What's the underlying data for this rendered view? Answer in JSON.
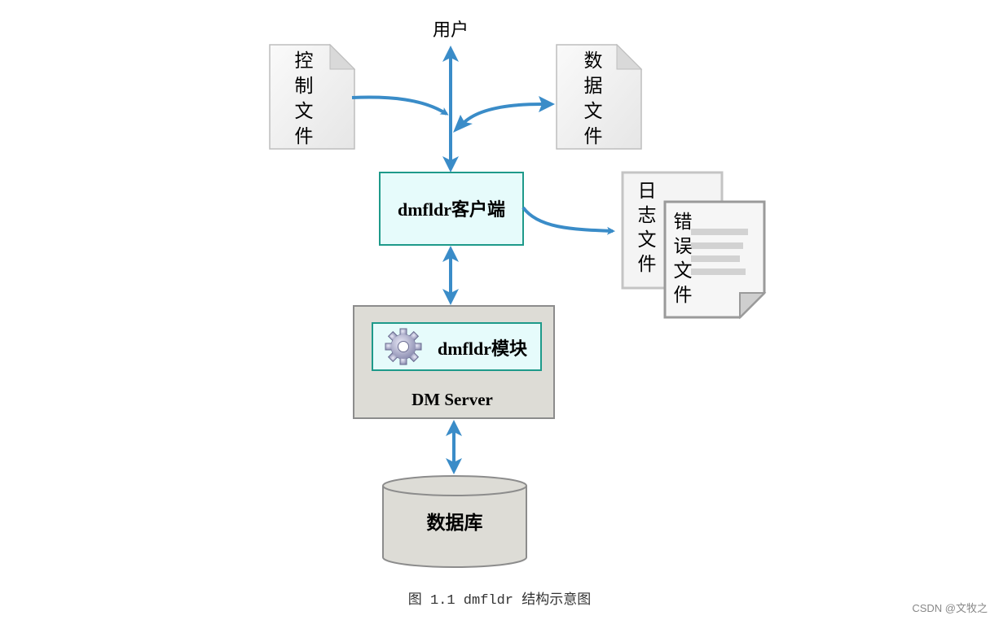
{
  "diagram": {
    "user_label": "用户",
    "control_file": [
      "控",
      "制",
      "文",
      "件"
    ],
    "data_file": [
      "数",
      "据",
      "文",
      "件"
    ],
    "client_box": "dmfldr客户端",
    "log_file": [
      "日",
      "志",
      "文",
      "件"
    ],
    "error_file": [
      "错",
      "误",
      "文",
      "件"
    ],
    "module_box": "dmfldr模块",
    "server_label": "DM Server",
    "database_label": "数据库",
    "colors": {
      "arrow": "#3a8cc8",
      "client_fill": "#e6fbfb",
      "client_border": "#1e9a8a",
      "server_fill": "#dddcd6",
      "server_border": "#8c8c8c",
      "doc_fill": "#f2f2f2",
      "doc_border": "#b8b8b8"
    }
  },
  "caption": "图 1.1  dmfldr 结构示意图",
  "watermark": "CSDN @文牧之"
}
